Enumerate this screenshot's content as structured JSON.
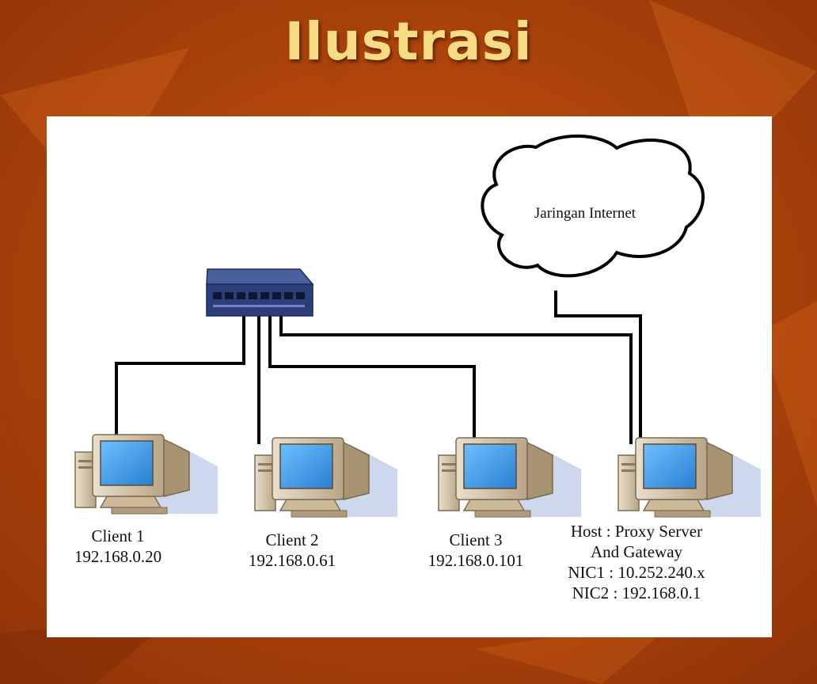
{
  "slide": {
    "title": "Ilustrasi"
  },
  "diagram": {
    "internet": {
      "label": "Jaringan Internet"
    },
    "switch": {
      "icon": "network-switch-icon"
    },
    "clients": [
      {
        "name": "Client 1",
        "ip": "192.168.0.20",
        "icon": "desktop-computer-icon"
      },
      {
        "name": "Client 2",
        "ip": "192.168.0.61",
        "icon": "desktop-computer-icon"
      },
      {
        "name": "Client 3",
        "ip": "192.168.0.101",
        "icon": "desktop-computer-icon"
      }
    ],
    "host": {
      "title_line1": "Host : Proxy Server",
      "title_line2": "And Gateway",
      "nic1": "NIC1 : 10.252.240.x",
      "nic2": "NIC2 : 192.168.0.1",
      "icon": "desktop-computer-icon"
    }
  },
  "colors": {
    "background": "#b8480e",
    "title": "#f7dc84",
    "switch": "#2d3f7a",
    "monitor_screen": "#3f9fe8",
    "computer_body": "#d8c9b0",
    "cable": "#000000"
  }
}
